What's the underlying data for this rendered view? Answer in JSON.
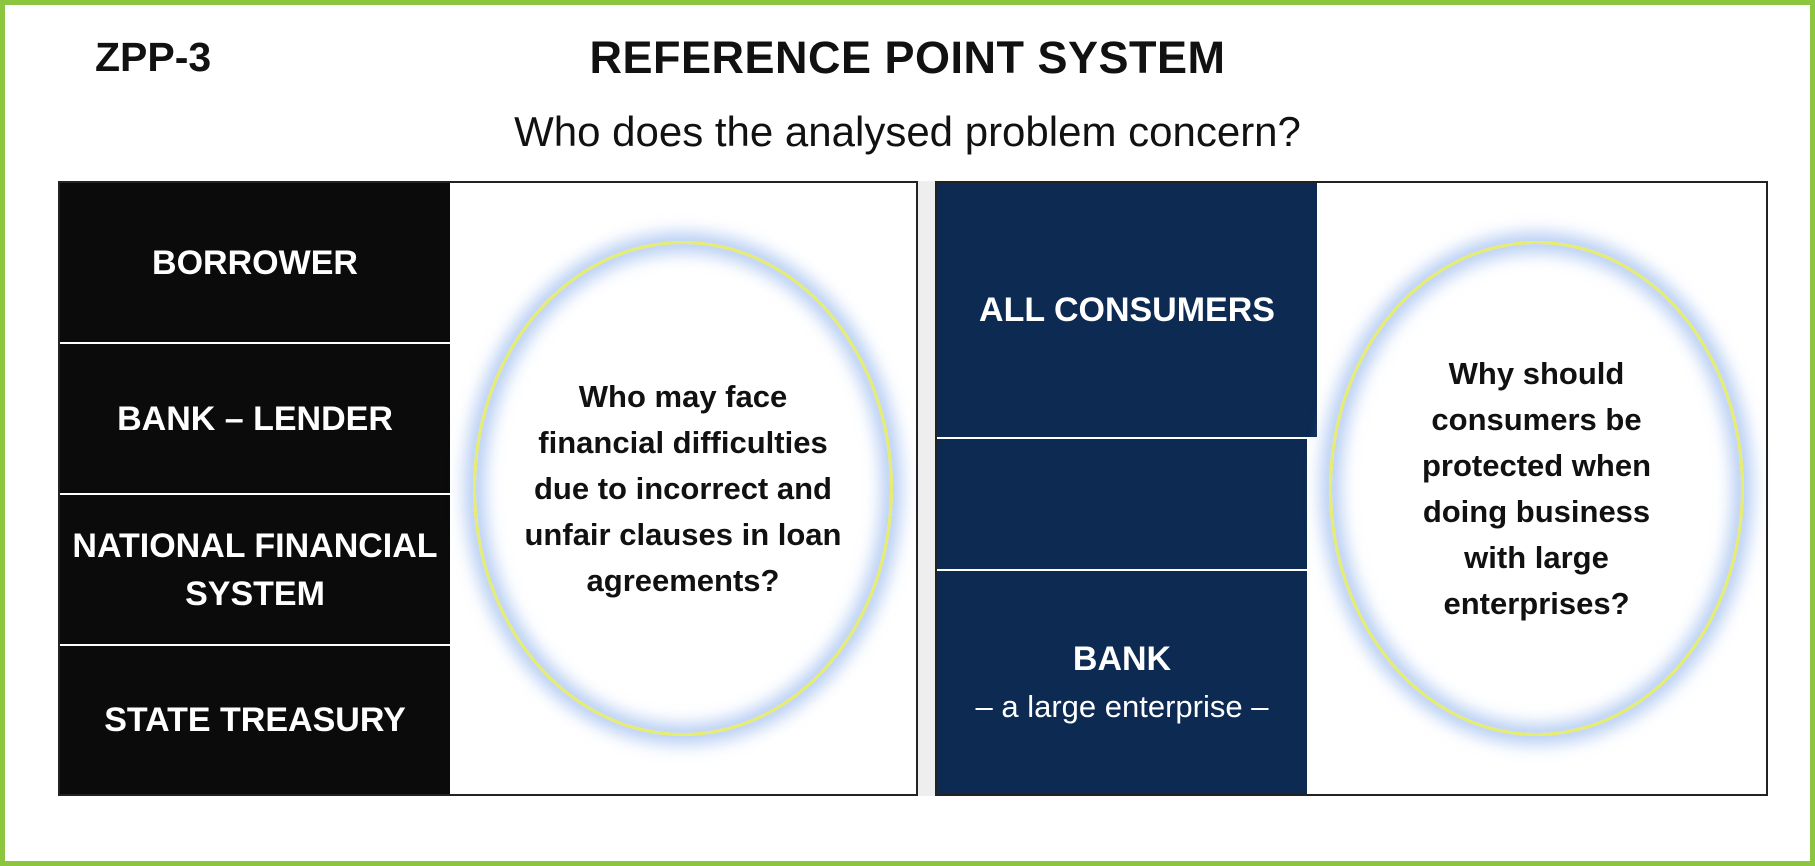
{
  "code": "ZPP-3",
  "title": "REFERENCE POINT SYSTEM",
  "subtitle": "Who does the analysed problem concern?",
  "left": {
    "items": [
      "BORROWER",
      "BANK – LENDER",
      "NATIONAL FINANCIAL SYSTEM",
      "STATE TREASURY"
    ],
    "question": "Who may face financial difficulties due to incorrect and unfair clauses in loan agreements?"
  },
  "right": {
    "top": "ALL CONSUMERS",
    "middle": "",
    "bottom_main": "BANK",
    "bottom_sub": "– a large enterprise –",
    "question": "Why should consumers be protected when doing business with large enterprises?"
  },
  "colors": {
    "frame": "#8cc63f",
    "left_column": "#0b0b0b",
    "right_column": "#0c2a52",
    "ellipse_border": "#e6ec6e",
    "ellipse_glow": "#82aaeb"
  }
}
